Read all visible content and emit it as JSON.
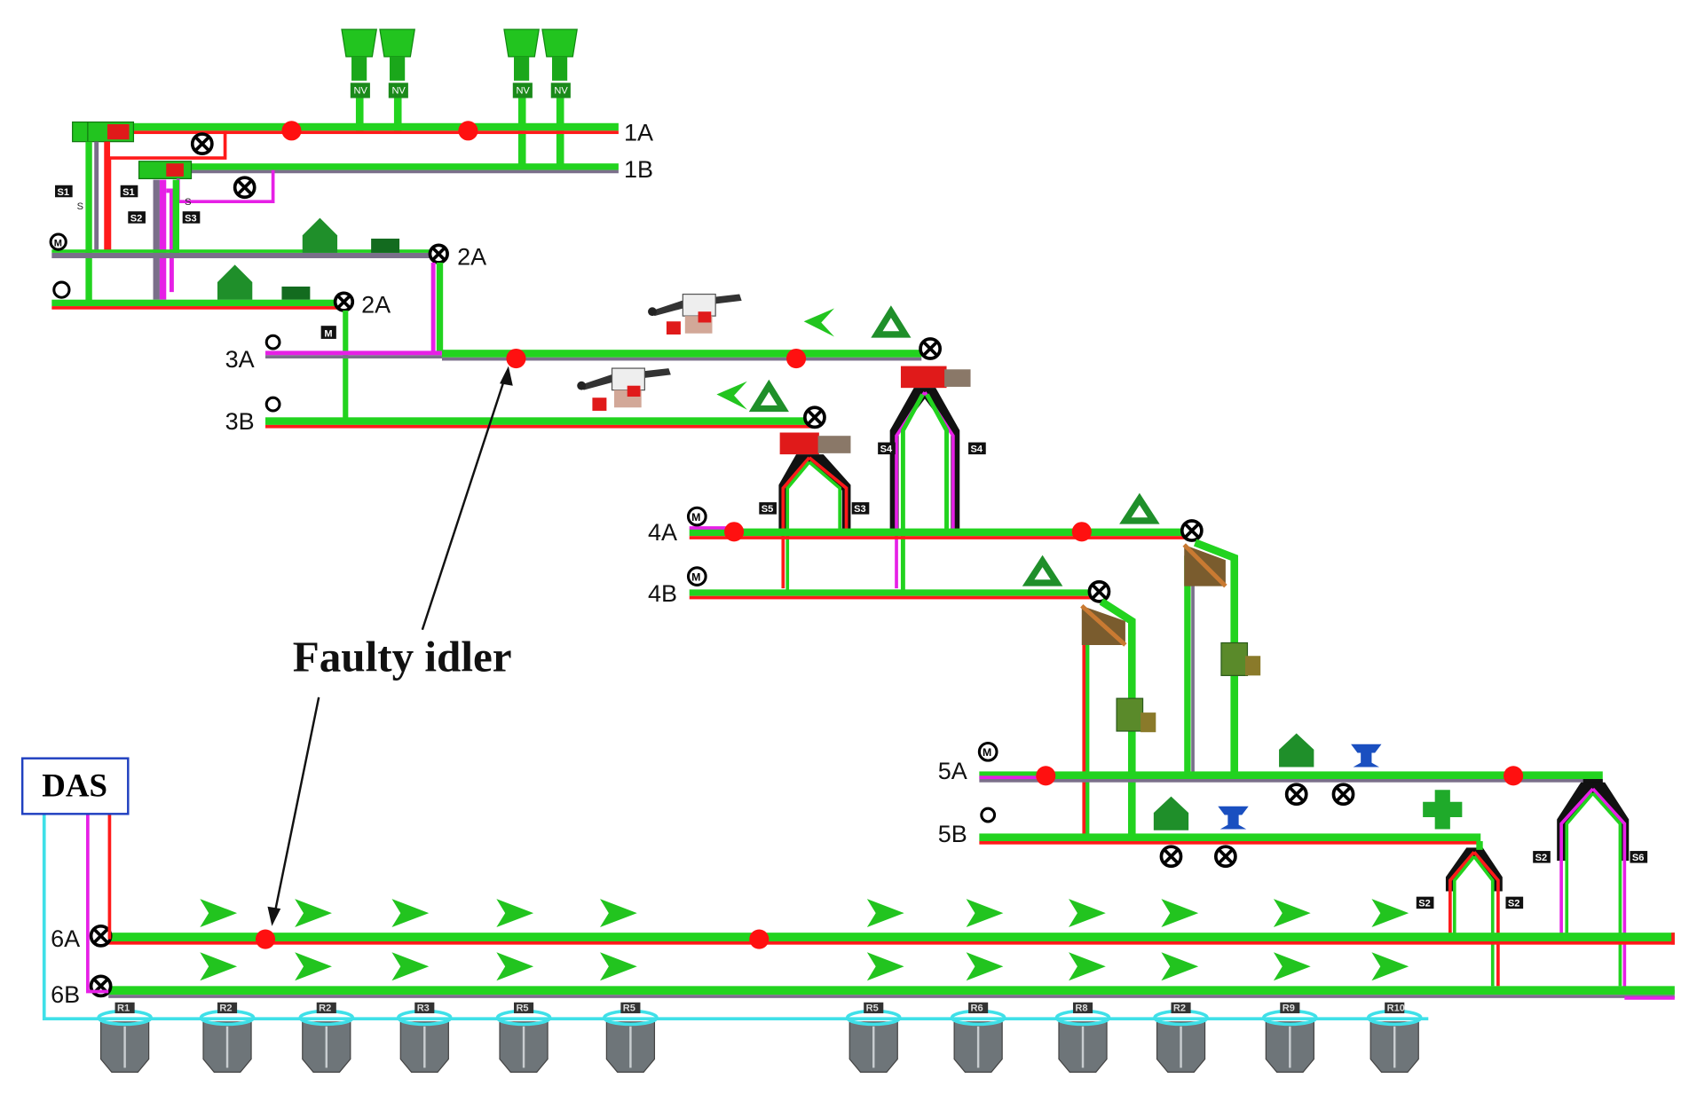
{
  "colors": {
    "belt": "#22d31f",
    "belt_dark": "#158a15",
    "red_line": "#ff1a1a",
    "magenta_line": "#e620e6",
    "gray_line": "#7a6f8a",
    "cyan_line": "#3fe0e8",
    "das_border": "#2040c0",
    "idler_dot": "#ff1010",
    "bin": "#6e7579",
    "tag_bg": "#111111"
  },
  "conveyor_labels": {
    "c1a": "1A",
    "c1b": "1B",
    "c2a_upper": "2A",
    "c2a_lower": "2A",
    "c3a": "3A",
    "c3b": "3B",
    "c4a": "4A",
    "c4b": "4B",
    "c5a": "5A",
    "c5b": "5B",
    "c6a": "6A",
    "c6b": "6B"
  },
  "das": {
    "label": "DAS"
  },
  "annotation": {
    "text": "Faulty idler"
  },
  "feeder_tags": [
    "NV",
    "NV",
    "NV",
    "NV"
  ],
  "chute_tags": {
    "s1_top": "S1",
    "s1_second": "S1",
    "s2_left": "S2",
    "s3_left": "S3",
    "s4_left": "S4",
    "s4_right": "S4",
    "s5_left": "S5",
    "s3_right": "S3",
    "s2_bl": "S2",
    "s2_br": "S2",
    "s2_big": "S2",
    "s6_big": "S6",
    "motor_a": "M",
    "small_s1": "S",
    "small_s2": "S"
  },
  "bins": [
    "R1",
    "R2",
    "R2",
    "R3",
    "R5",
    "R5",
    "R5",
    "R6",
    "R8",
    "R2",
    "R9",
    "R10"
  ]
}
